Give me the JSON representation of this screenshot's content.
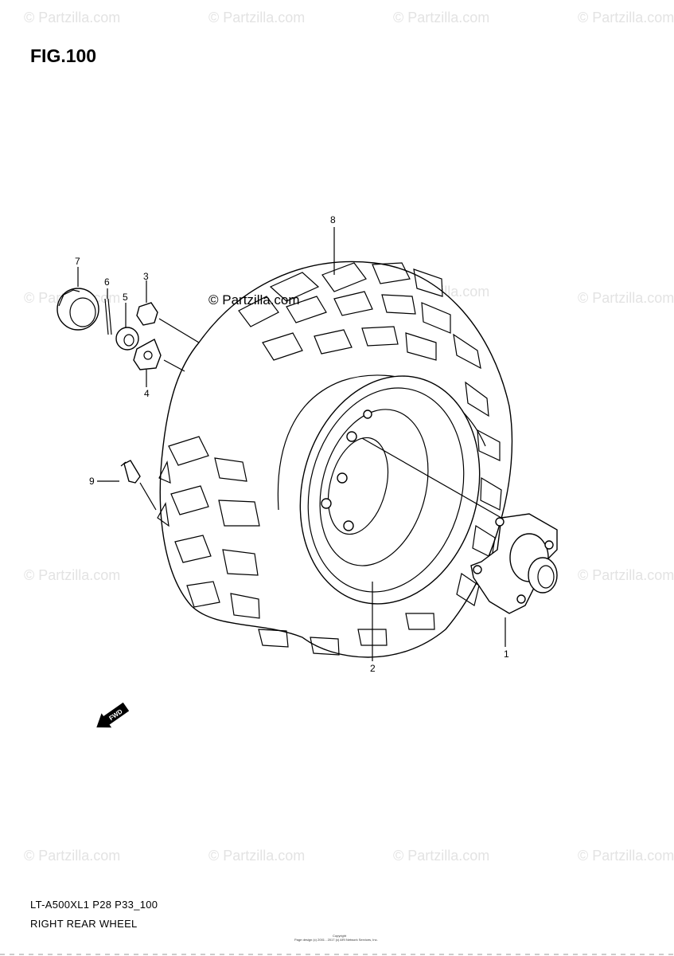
{
  "figure": {
    "title": "FIG.100",
    "model_code": "LT-A500XL1 P28 P33_100",
    "caption": "RIGHT REAR WHEEL"
  },
  "watermark": {
    "text": "© Partzilla.com",
    "center_logo_text": "© Partzilla.com"
  },
  "callouts": [
    "1",
    "2",
    "3",
    "4",
    "5",
    "6",
    "7",
    "8",
    "9"
  ],
  "fwd_arrow": {
    "label": "FWD"
  },
  "copyright": {
    "line1": "Copyright",
    "line2": "Page design (c) 2001 - 2017 (c) ARI Network Services, Inc."
  }
}
